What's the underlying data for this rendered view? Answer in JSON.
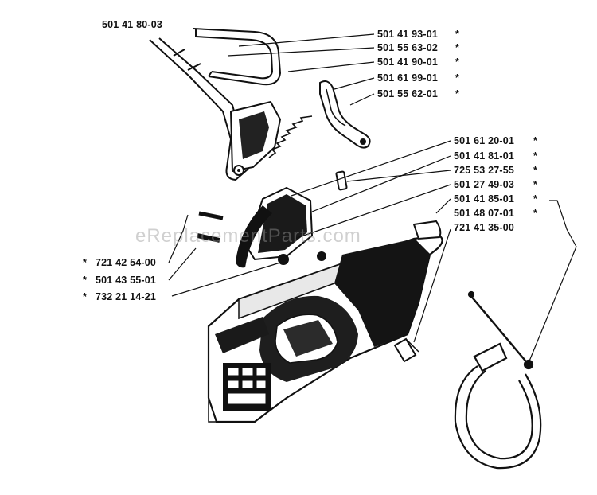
{
  "watermark": "eReplacementParts.com",
  "parts_top": {
    "part_number": "501 41 80-03"
  },
  "parts_right": [
    {
      "part_number": "501 41 93-01",
      "marker": "*"
    },
    {
      "part_number": "501 55 63-02",
      "marker": "*"
    },
    {
      "part_number": "501 41 90-01",
      "marker": "*"
    },
    {
      "part_number": "501 61 99-01",
      "marker": "*"
    },
    {
      "part_number": "501 55 62-01",
      "marker": "*"
    },
    {
      "part_number": "501 61 20-01",
      "marker": "*"
    },
    {
      "part_number": "501 41 81-01",
      "marker": "*"
    },
    {
      "part_number": "725 53 27-55",
      "marker": "*"
    },
    {
      "part_number": "501 27 49-03",
      "marker": "*"
    },
    {
      "part_number": "501 41 85-01",
      "marker": "*"
    },
    {
      "part_number": "501 48 07-01",
      "marker": "*"
    },
    {
      "part_number": "721 41 35-00",
      "marker": ""
    }
  ],
  "parts_left": [
    {
      "part_number": "721 42 54-00",
      "marker": "*"
    },
    {
      "part_number": "501 43 55-01",
      "marker": "*"
    },
    {
      "part_number": "732 21 14-21",
      "marker": "*"
    }
  ]
}
